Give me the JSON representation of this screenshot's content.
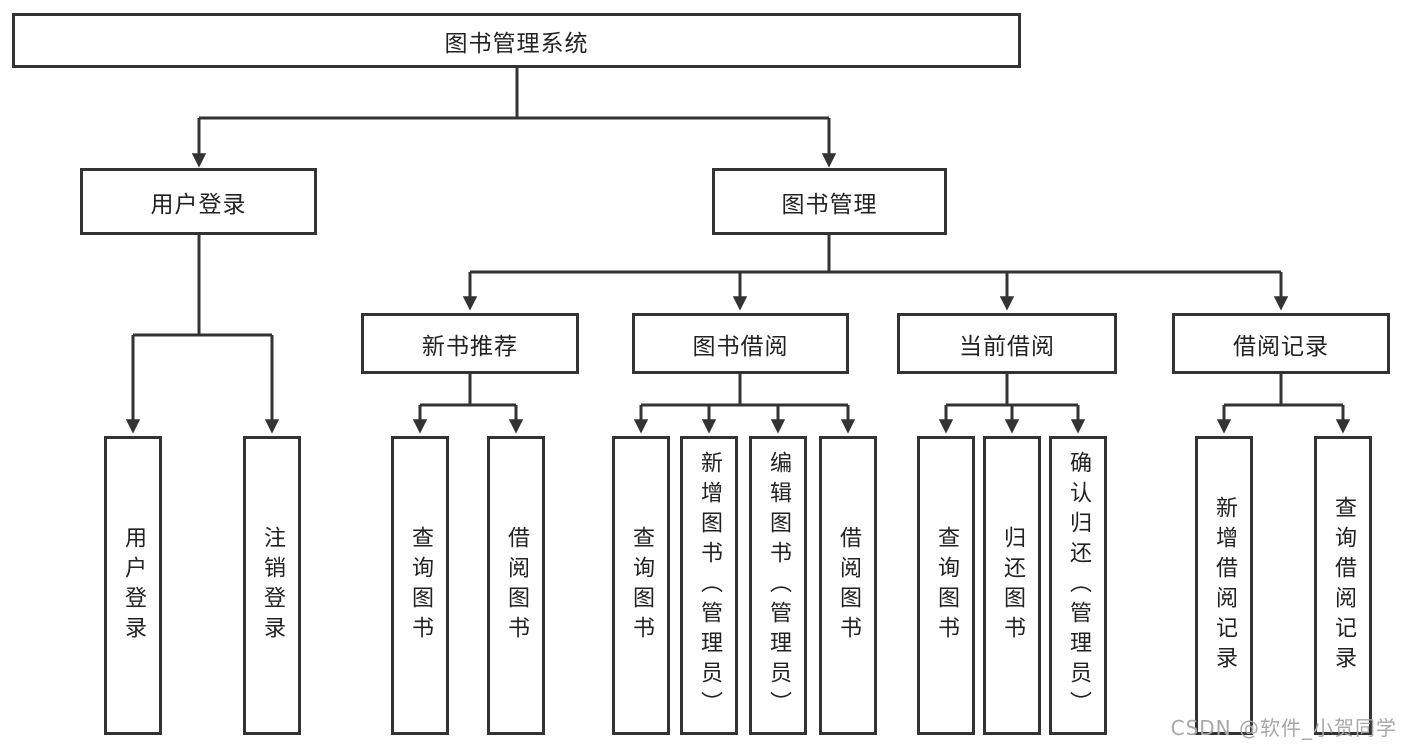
{
  "nodes": {
    "root": {
      "label": "图书管理系统"
    },
    "user_login": {
      "label": "用户登录"
    },
    "book_mgmt": {
      "label": "图书管理"
    },
    "new_book_rec": {
      "label": "新书推荐"
    },
    "book_borrow": {
      "label": "图书借阅"
    },
    "current_borrow": {
      "label": "当前借阅"
    },
    "borrow_record": {
      "label": "借阅记录"
    },
    "leaf_user_login": {
      "label": "用户登录"
    },
    "leaf_logout": {
      "label": "注销登录"
    },
    "leaf_nb_query": {
      "label": "查询图书"
    },
    "leaf_nb_borrow": {
      "label": "借阅图书"
    },
    "leaf_bb_query": {
      "label": "查询图书"
    },
    "leaf_bb_add": {
      "label": "新增图书（管理员）"
    },
    "leaf_bb_edit": {
      "label": "编辑图书（管理员）"
    },
    "leaf_bb_borrow": {
      "label": "借阅图书"
    },
    "leaf_cb_query": {
      "label": "查询图书"
    },
    "leaf_cb_return": {
      "label": "归还图书"
    },
    "leaf_cb_confirm": {
      "label": "确认归还（管理员）"
    },
    "leaf_br_add": {
      "label": "新增借阅记录"
    },
    "leaf_br_query": {
      "label": "查询借阅记录"
    }
  },
  "edges": [
    {
      "from": "root",
      "to": "user_login"
    },
    {
      "from": "root",
      "to": "book_mgmt"
    },
    {
      "from": "user_login",
      "to": "leaf_user_login"
    },
    {
      "from": "user_login",
      "to": "leaf_logout"
    },
    {
      "from": "book_mgmt",
      "to": "new_book_rec"
    },
    {
      "from": "book_mgmt",
      "to": "book_borrow"
    },
    {
      "from": "book_mgmt",
      "to": "current_borrow"
    },
    {
      "from": "book_mgmt",
      "to": "borrow_record"
    },
    {
      "from": "new_book_rec",
      "to": "leaf_nb_query"
    },
    {
      "from": "new_book_rec",
      "to": "leaf_nb_borrow"
    },
    {
      "from": "book_borrow",
      "to": "leaf_bb_query"
    },
    {
      "from": "book_borrow",
      "to": "leaf_bb_add"
    },
    {
      "from": "book_borrow",
      "to": "leaf_bb_edit"
    },
    {
      "from": "book_borrow",
      "to": "leaf_bb_borrow"
    },
    {
      "from": "current_borrow",
      "to": "leaf_cb_query"
    },
    {
      "from": "current_borrow",
      "to": "leaf_cb_return"
    },
    {
      "from": "current_borrow",
      "to": "leaf_cb_confirm"
    },
    {
      "from": "borrow_record",
      "to": "leaf_br_add"
    },
    {
      "from": "borrow_record",
      "to": "leaf_br_query"
    }
  ],
  "watermark": {
    "text": "CSDN @软件_小贺同学",
    "color": "#a8a8a8"
  },
  "colors": {
    "line": "#333333",
    "box_border": "#333333",
    "text": "#222222",
    "background": "#ffffff"
  }
}
